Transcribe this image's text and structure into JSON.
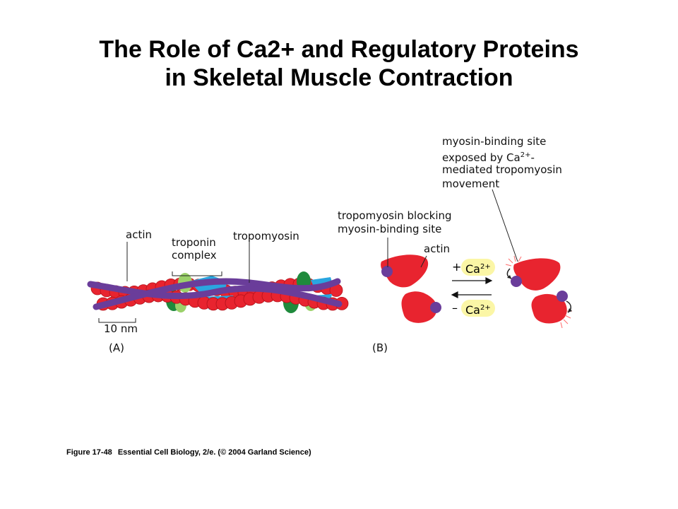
{
  "title": {
    "line1": "The Role of Ca2+ and Regulatory Proteins",
    "line2": "in Skeletal Muscle Contraction"
  },
  "panel_a": {
    "label": "(A)",
    "actin": "actin",
    "troponin_line1": "troponin",
    "troponin_line2": "complex",
    "tropomyosin": "tropomyosin",
    "scale": "10 nm"
  },
  "panel_b": {
    "label": "(B)",
    "blocking_line1": "tropomyosin blocking",
    "blocking_line2": "myosin-binding site",
    "actin": "actin",
    "exposed_line1": "myosin-binding site",
    "exposed_line2_a": "exposed by Ca",
    "exposed_line2_sup": "2+",
    "exposed_line2_b": "-",
    "exposed_line3": "mediated tropomyosin",
    "exposed_line4": "movement",
    "plus": "+",
    "minus": "–",
    "ca": "Ca",
    "ca_charge": "2+"
  },
  "caption": {
    "figure": "Figure 17-48",
    "source": "Essential Cell Biology, 2/e. (© 2004 Garland Science)"
  },
  "colors": {
    "actin": "#e8242f",
    "tropomyosin": "#6a3d9a",
    "troponin_dark": "#1f8a3c",
    "troponin_light": "#9bd16a",
    "troponin_blue": "#2aa6e0",
    "highlight": "#fbf6a6"
  }
}
